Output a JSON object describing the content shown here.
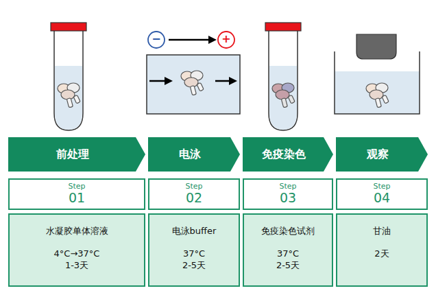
{
  "diagram": {
    "nodes": [
      {
        "text": [
          "前处理"
        ]
      },
      {
        "text": [
          "电泳"
        ]
      },
      {
        "text": [
          "免疫染色"
        ]
      },
      {
        "text": [
          "观察"
        ]
      },
      {
        "text": [
          "Step",
          "01"
        ]
      },
      {
        "text": [
          "Step",
          "02"
        ]
      },
      {
        "text": [
          "Step",
          "03"
        ]
      },
      {
        "text": [
          "Step",
          "04"
        ]
      },
      {
        "text": [
          "水凝胶单体溶液",
          "4°C→37°C",
          "1-3天"
        ]
      },
      {
        "text": [
          "电泳buffer",
          "37°C",
          "2-5天"
        ]
      },
      {
        "text": [
          "免疫染色试剂",
          "37°C",
          "2-5天"
        ]
      },
      {
        "text": [
          "甘油",
          "2天"
        ]
      }
    ],
    "labels": [
      "−",
      "+"
    ]
  }
}
